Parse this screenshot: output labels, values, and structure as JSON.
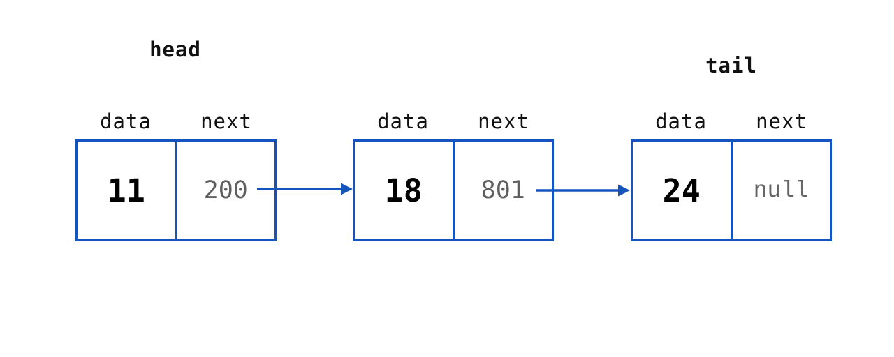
{
  "diagram": {
    "type": "singly-linked-list",
    "pointer_labels": {
      "head": "head",
      "tail": "tail"
    },
    "field_labels": {
      "data": "data",
      "next": "next"
    },
    "nodes": [
      {
        "data": "11",
        "next": "200"
      },
      {
        "data": "18",
        "next": "801"
      },
      {
        "data": "24",
        "next": "null"
      }
    ],
    "links": [
      {
        "from": "node-1",
        "to": "node-2"
      },
      {
        "from": "node-2",
        "to": "node-3"
      }
    ],
    "colors": {
      "box_border": "#1553BE",
      "arrow": "#1553BE",
      "data_value_text": "#000000",
      "next_value_text": "#5f5f5f",
      "label_text": "#111111",
      "background": "#ffffff"
    }
  }
}
